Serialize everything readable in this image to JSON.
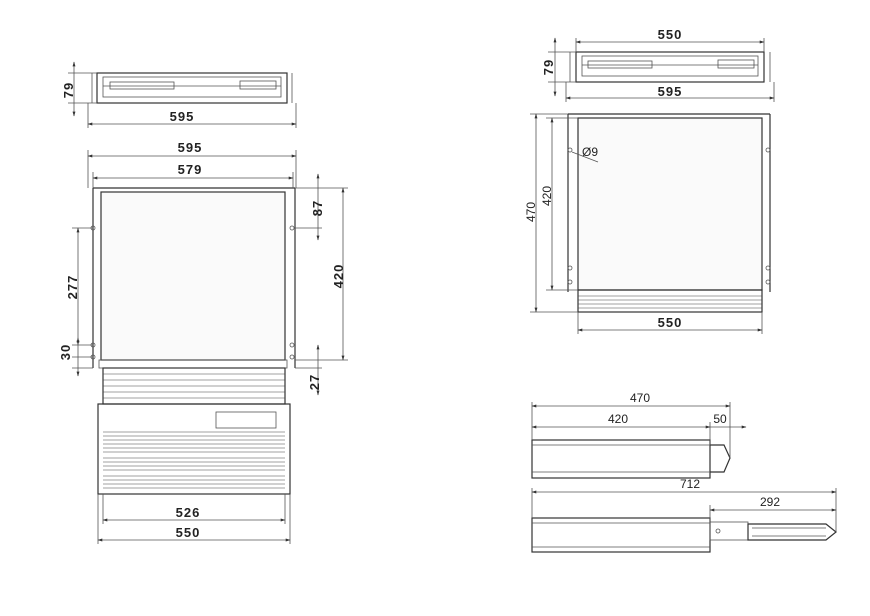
{
  "drawing": {
    "top_left_view": {
      "height": "79",
      "width": "595"
    },
    "front_view": {
      "overall_width": "595",
      "inner_width": "579",
      "top_offset": "87",
      "right_height": "420",
      "hole_spacing": "277",
      "bottom_offset": "30",
      "lower_offset": "27",
      "step_width": "526",
      "base_width": "550"
    },
    "top_right_view": {
      "top_width": "550",
      "height": "79",
      "bottom_width": "595"
    },
    "side_plan_view": {
      "hole_diameter": "Ø9",
      "outer_height": "470",
      "inner_height": "420",
      "width": "550"
    },
    "retracted_view": {
      "total": "470",
      "body": "420",
      "offset": "50"
    },
    "extended_view": {
      "total": "712",
      "extension": "292"
    }
  }
}
